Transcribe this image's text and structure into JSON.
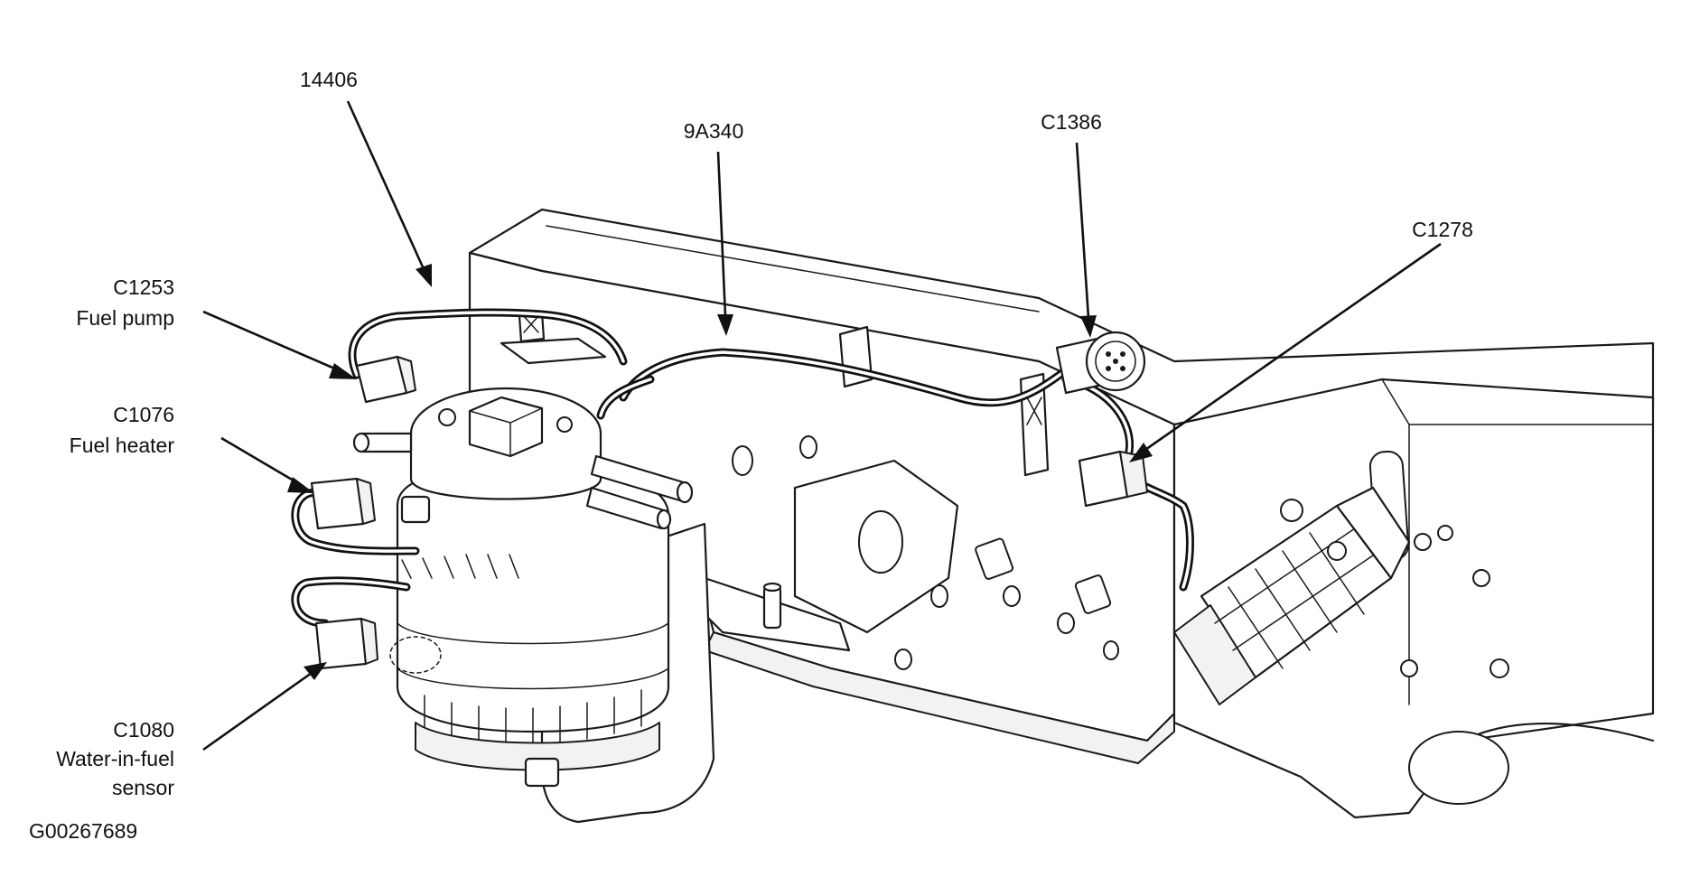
{
  "figure_id": "G00267689",
  "callouts": [
    {
      "id": "14406",
      "lines": [
        "14406"
      ]
    },
    {
      "id": "9A340",
      "lines": [
        "9A340"
      ]
    },
    {
      "id": "C1386",
      "lines": [
        "C1386"
      ]
    },
    {
      "id": "C1278",
      "lines": [
        "C1278"
      ]
    },
    {
      "id": "C1253",
      "lines": [
        "C1253",
        "Fuel pump"
      ]
    },
    {
      "id": "C1076",
      "lines": [
        "C1076",
        "Fuel heater"
      ]
    },
    {
      "id": "C1080",
      "lines": [
        "C1080",
        "Water-in-fuel",
        "sensor"
      ]
    }
  ],
  "colors": {
    "line": "#1a1a1a",
    "background": "#ffffff"
  }
}
